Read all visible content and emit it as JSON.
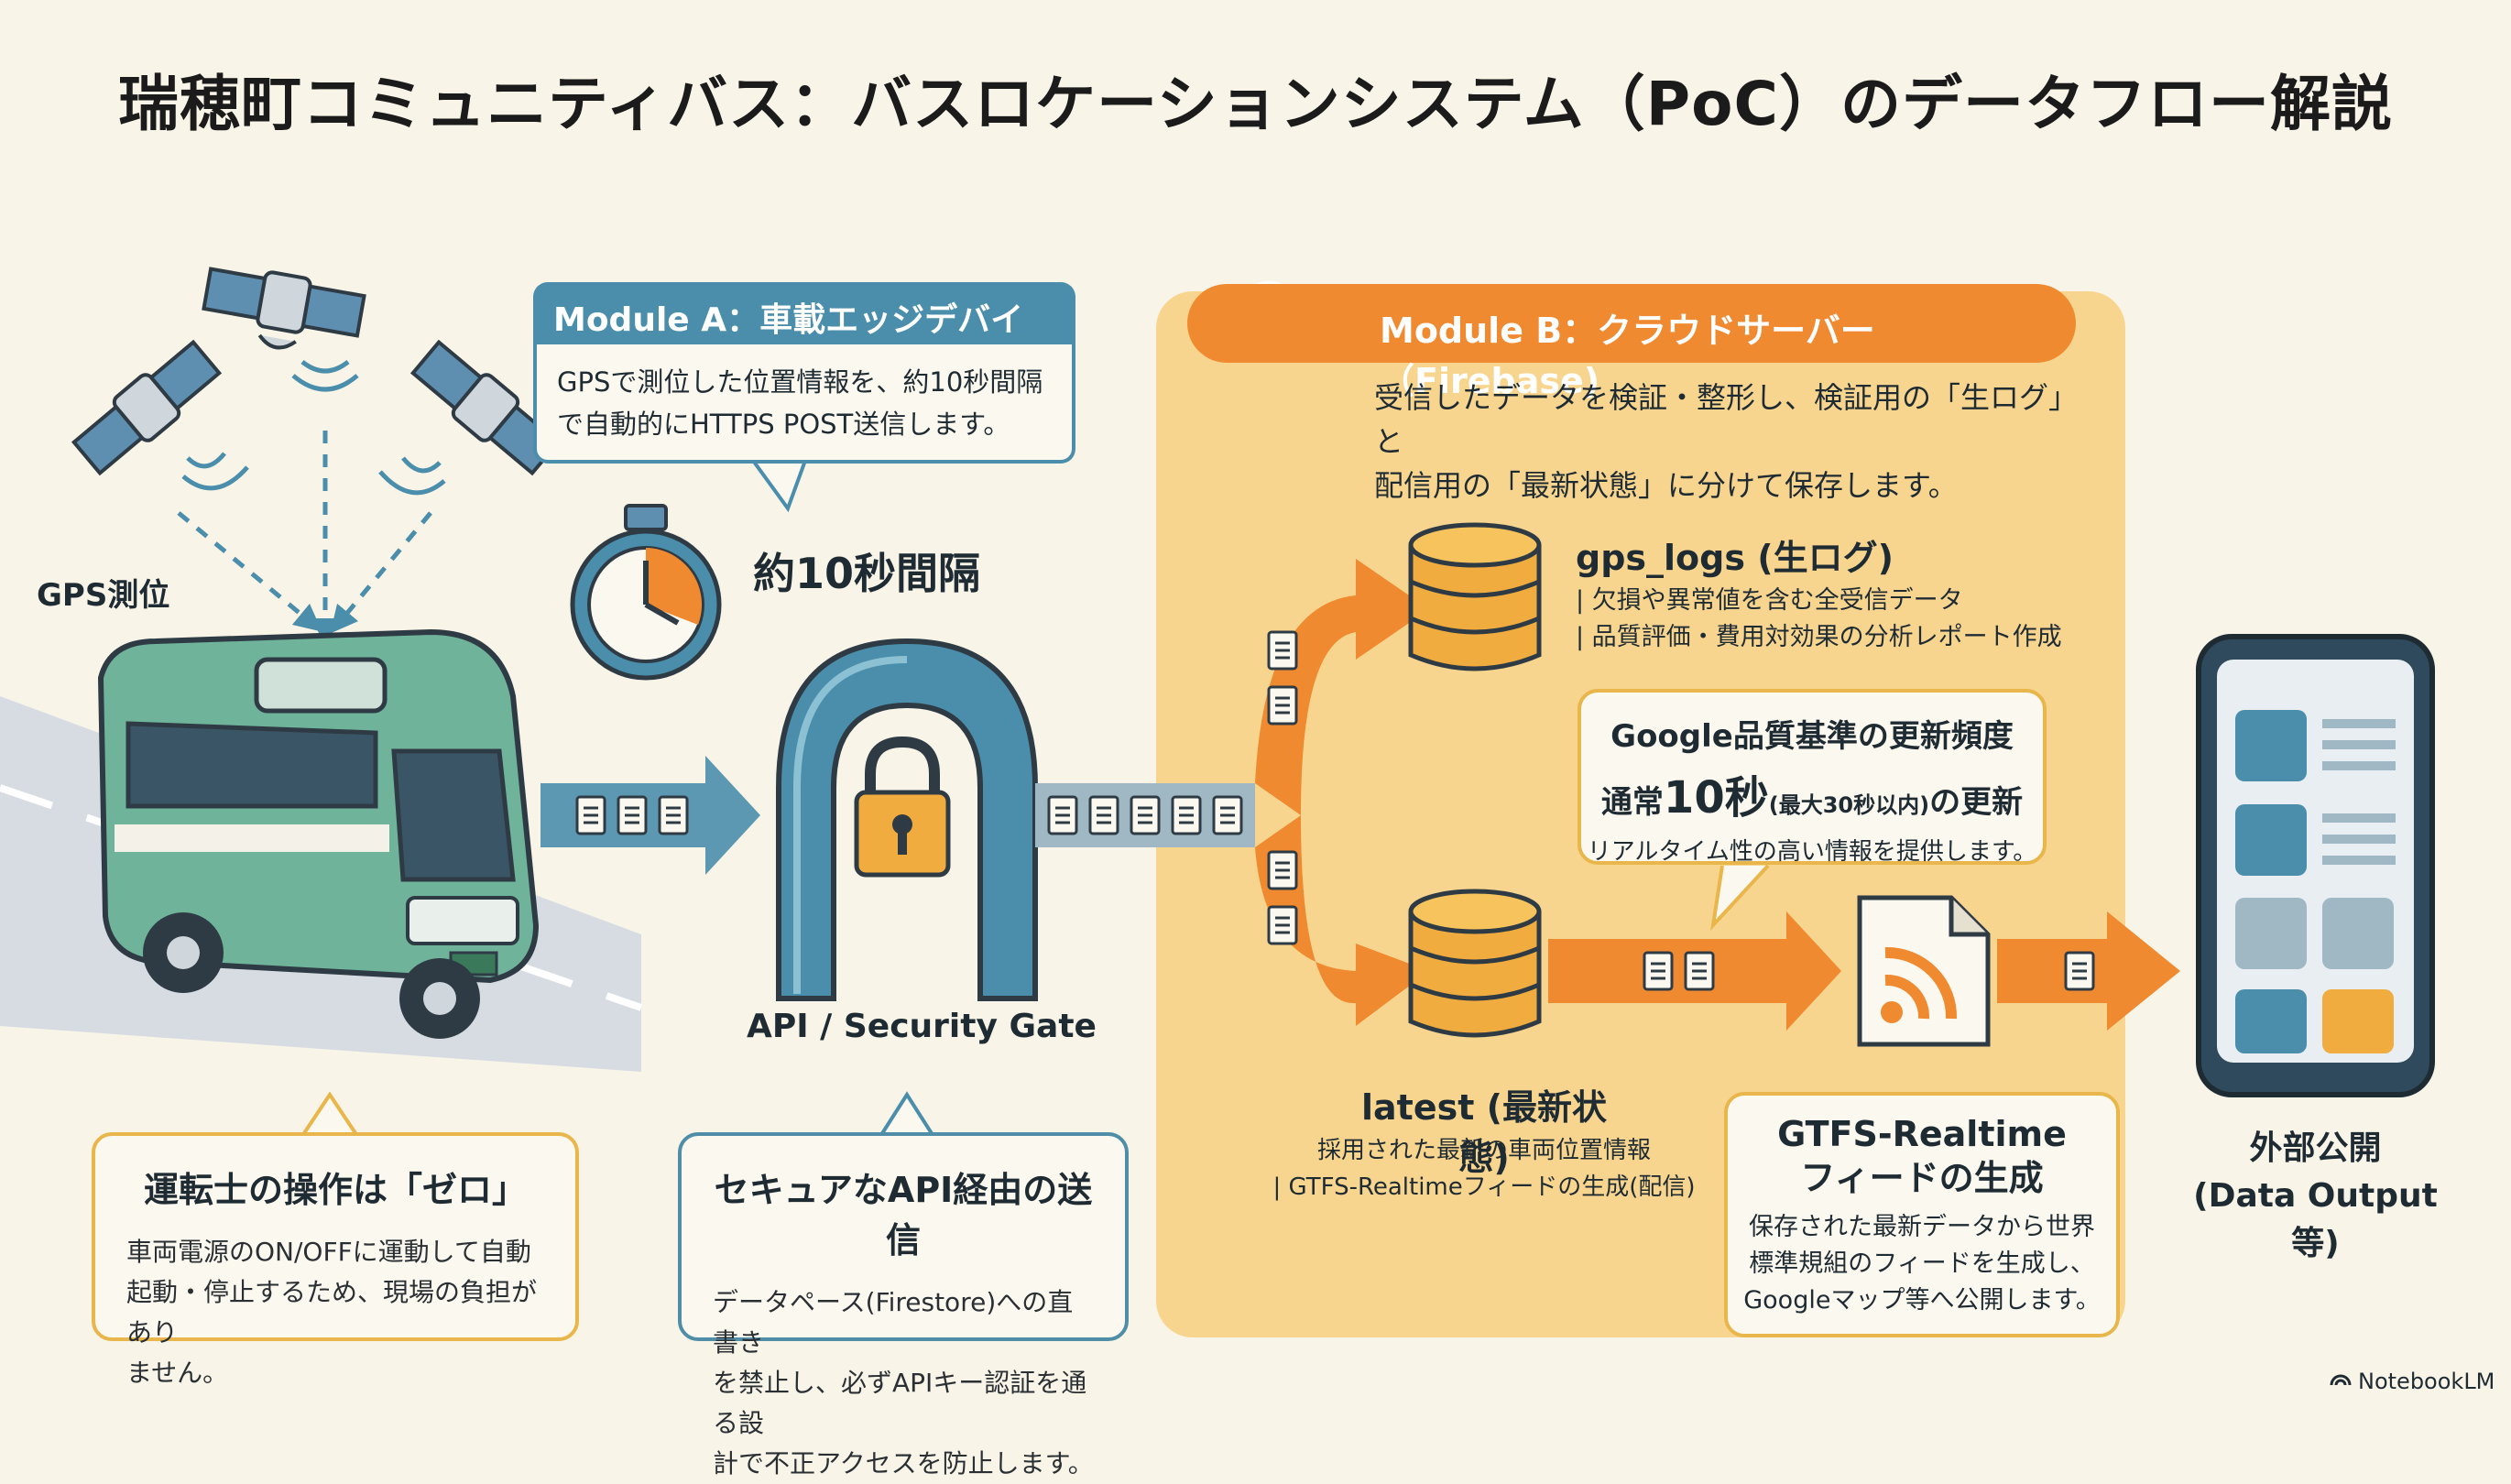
{
  "title": "瑞穂町コミュニティバス：バスロケーションシステム（PoC）のデータフロー解説",
  "gps_label": "GPS測位",
  "module_a": {
    "header": "Module A：車載エッジデバイス",
    "description_line1": "GPSで測位した位置情報を、約10秒間隔",
    "description_line2": "で自動的にHTTPS POST送信します。"
  },
  "interval_label": "約10秒間隔",
  "gate_label": "API / Security Gate",
  "module_b": {
    "header": "Module B：クラウドサーバー（Firebase)",
    "description_line1": "受信したデータを検証・整形し、検証用の「生ログ」と",
    "description_line2": "配信用の「最新状態」に分けて保存します。"
  },
  "gps_logs": {
    "title": "gps_logs (生ログ)",
    "line1": "| 欠損や異常値を含む全受信データ",
    "line2": "| 品質評価・費用対効果の分析レポート作成"
  },
  "google_quality": {
    "line1": "Google品質基準の更新頻度",
    "line2_a": "通常",
    "line2_b": "10秒",
    "line2_c": "(最大30秒以内)",
    "line2_d": "の更新",
    "line3": "リアルタイム性の高い情報を提供します。"
  },
  "latest": {
    "title": "latest (最新状態)",
    "line1": "採用された最新の車両位置情報",
    "line2": "| GTFS-Realtimeフィードの生成(配信)"
  },
  "gtfs": {
    "title_line1": "GTFS-Realtime",
    "title_line2": "フィードの生成",
    "line1": "保存された最新データから世界",
    "line2": "標準規組のフィードを生成し、",
    "line3": "Googleマップ等へ公開します。"
  },
  "output": {
    "line1": "外部公開",
    "line2": "(Data Output等)"
  },
  "driver_callout": {
    "title": "運転士の操作は「ゼロ」",
    "line1": "車両電源のON/OFFに運動して自動",
    "line2": "起動・停止するため、現場の負担があり",
    "line3": "ません。"
  },
  "api_callout": {
    "title": "セキュアなAPI経由の送信",
    "line1": "データペース(Firestore)への直書き",
    "line2": "を禁止し、必ずAPIキー認証を通る設",
    "line3": "計で不正アクセスを防止します。"
  },
  "brand": "NotebookLM",
  "colors": {
    "background": "#f8f4e8",
    "module_a_blue": "#4a8eab",
    "module_b_orange": "#f08a30",
    "module_b_panel": "#f8d58f",
    "callout_border_yellow": "#e8b64a",
    "bus_green": "#6fb39a"
  },
  "icons": [
    "satellite-icon",
    "stopwatch-icon",
    "bus-icon",
    "padlock-icon",
    "cloud-icon",
    "database-icon",
    "document-icon",
    "rss-feed-icon",
    "smartphone-icon"
  ]
}
